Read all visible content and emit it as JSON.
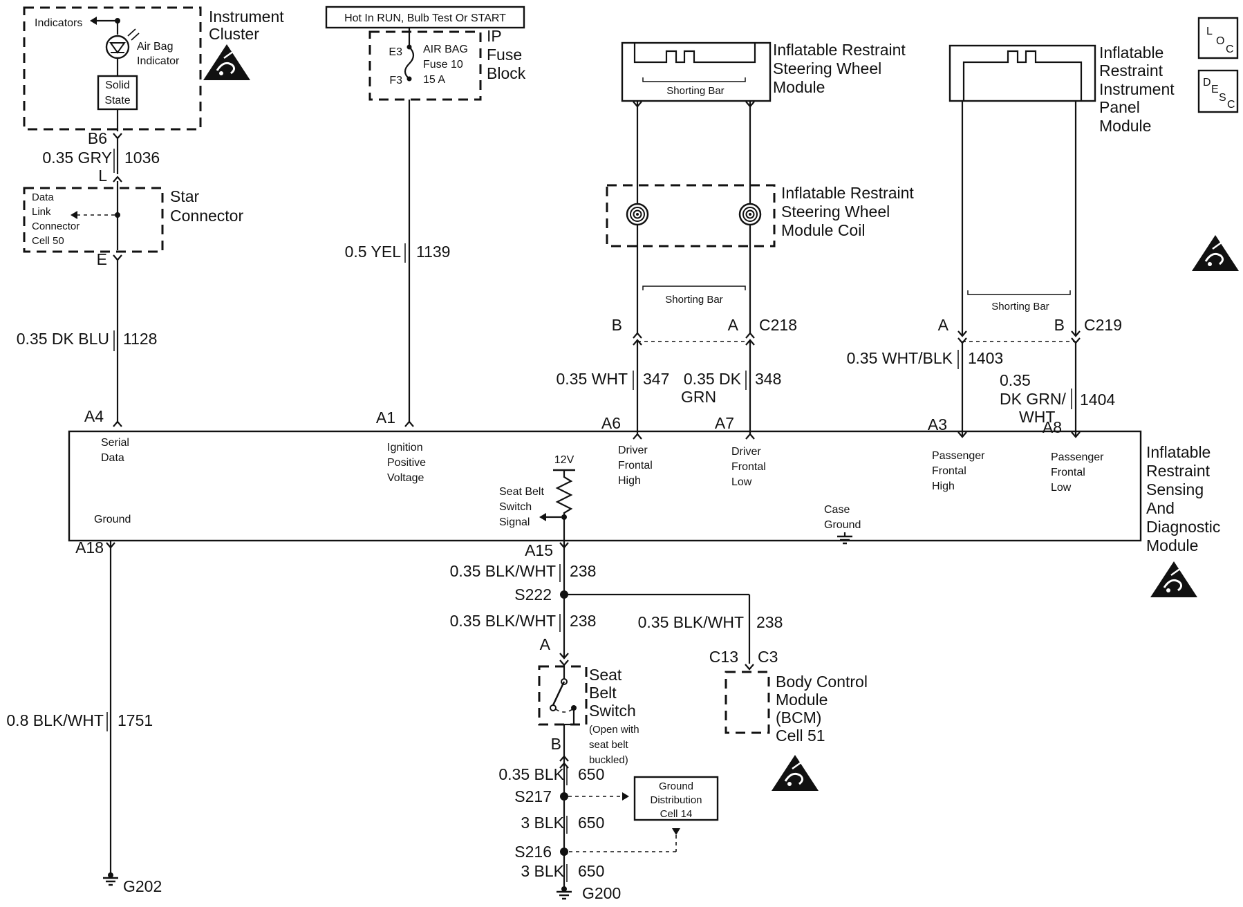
{
  "icons": {
    "esd": "esd-warning-icon",
    "ground": "ground-icon",
    "connector": "connector-icon",
    "splice": "splice-dot-icon",
    "coil": "clockspring-coil-icon"
  },
  "instrument_cluster": {
    "title_l1": "Instrument",
    "title_l2": "Cluster",
    "indicators": "Indicators",
    "indicator_l1": "Air Bag",
    "indicator_l2": "Indicator",
    "solid_l1": "Solid",
    "solid_l2": "State"
  },
  "hot_in_run": "Hot In RUN, Bulb Test Or START",
  "fuse_block": {
    "title_l1": "IP",
    "title_l2": "Fuse",
    "title_l3": "Block",
    "e3": "E3",
    "f3": "F3",
    "fuse_l1": "AIR BAG",
    "fuse_l2": "Fuse 10",
    "fuse_l3": "15 A"
  },
  "star_connector": {
    "title_l1": "Star",
    "title_l2": "Connector",
    "dlc_l1": "Data",
    "dlc_l2": "Link",
    "dlc_l3": "Connector",
    "dlc_l4": "Cell 50"
  },
  "steering_module": {
    "title_l1": "Inflatable Restraint",
    "title_l2": "Steering Wheel",
    "title_l3": "Module",
    "shorting_bar": "Shorting Bar"
  },
  "coil": {
    "title_l1": "Inflatable Restraint",
    "title_l2": "Steering Wheel",
    "title_l3": "Module Coil",
    "shorting_bar": "Shorting Bar"
  },
  "passenger_module": {
    "title_l1": "Inflatable",
    "title_l2": "Restraint",
    "title_l3": "Instrument",
    "title_l4": "Panel",
    "title_l5": "Module",
    "shorting_bar": "Shorting Bar"
  },
  "loc_symbol": {
    "a": "L",
    "b": "O",
    "c": "C"
  },
  "desc_symbol": {
    "a": "D",
    "b": "E",
    "c": "S",
    "d": "C"
  },
  "wires": {
    "b6": "B6",
    "w1036_gauge": "0.35 GRY",
    "w1036_circuit": "1036",
    "l_pin": "L",
    "e_pin": "E",
    "w1128_gauge": "0.35 DK BLU",
    "w1128_circuit": "1128",
    "w1139_gauge": "0.5 YEL",
    "w1139_circuit": "1139",
    "c218": "C218",
    "c218_b": "B",
    "c218_a": "A",
    "w347_gauge": "0.35 WHT",
    "w347_circuit": "347",
    "w348_gauge_l1": "0.35 DK",
    "w348_gauge_l2": "GRN",
    "w348_circuit": "348",
    "c219": "C219",
    "c219_a": "A",
    "c219_b": "B",
    "w1403_gauge": "0.35 WHT/BLK",
    "w1403_circuit": "1403",
    "w1404_gauge_l1": "0.35",
    "w1404_gauge_l2": "DK GRN/",
    "w1404_gauge_l3": "WHT",
    "w1404_circuit": "1404",
    "w1751_gauge": "0.8 BLK/WHT",
    "w1751_circuit": "1751",
    "g202": "G202",
    "a15": "A15",
    "w238_gauge": "0.35 BLK/WHT",
    "w238_circuit": "238",
    "s222": "S222",
    "sw_a": "A",
    "sw_b": "B",
    "c13": "C13",
    "c3": "C3",
    "w650_gauge": "0.35 BLK",
    "w650_circuit": "650",
    "s217": "S217",
    "w650b_gauge": "3 BLK",
    "s216": "S216",
    "g200": "G200"
  },
  "sdm": {
    "title_l1": "Inflatable",
    "title_l2": "Restraint",
    "title_l3": "Sensing",
    "title_l4": "And",
    "title_l5": "Diagnostic",
    "title_l6": "Module",
    "a4": "A4",
    "a1": "A1",
    "a6": "A6",
    "a7": "A7",
    "a3": "A3",
    "a8": "A8",
    "a18": "A18",
    "serial_l1": "Serial",
    "serial_l2": "Data",
    "ign_l1": "Ignition",
    "ign_l2": "Positive",
    "ign_l3": "Voltage",
    "dfh_l1": "Driver",
    "dfh_l2": "Frontal",
    "dfh_l3": "High",
    "dfl_l1": "Driver",
    "dfl_l2": "Frontal",
    "dfl_l3": "Low",
    "pfh_l1": "Passenger",
    "pfh_l2": "Frontal",
    "pfh_l3": "High",
    "pfl_l1": "Passenger",
    "pfl_l2": "Frontal",
    "pfl_l3": "Low",
    "v12": "12V",
    "sbs_l1": "Seat Belt",
    "sbs_l2": "Switch",
    "sbs_l3": "Signal",
    "ground": "Ground",
    "case_l1": "Case",
    "case_l2": "Ground"
  },
  "seat_belt_switch": {
    "title_l1": "Seat",
    "title_l2": "Belt",
    "title_l3": "Switch",
    "note_l1": "(Open with",
    "note_l2": "seat belt",
    "note_l3": "buckled)"
  },
  "bcm": {
    "title_l1": "Body Control",
    "title_l2": "Module",
    "title_l3": "(BCM)",
    "title_l4": "Cell 51"
  },
  "ground_dist": {
    "l1": "Ground",
    "l2": "Distribution",
    "l3": "Cell 14"
  }
}
